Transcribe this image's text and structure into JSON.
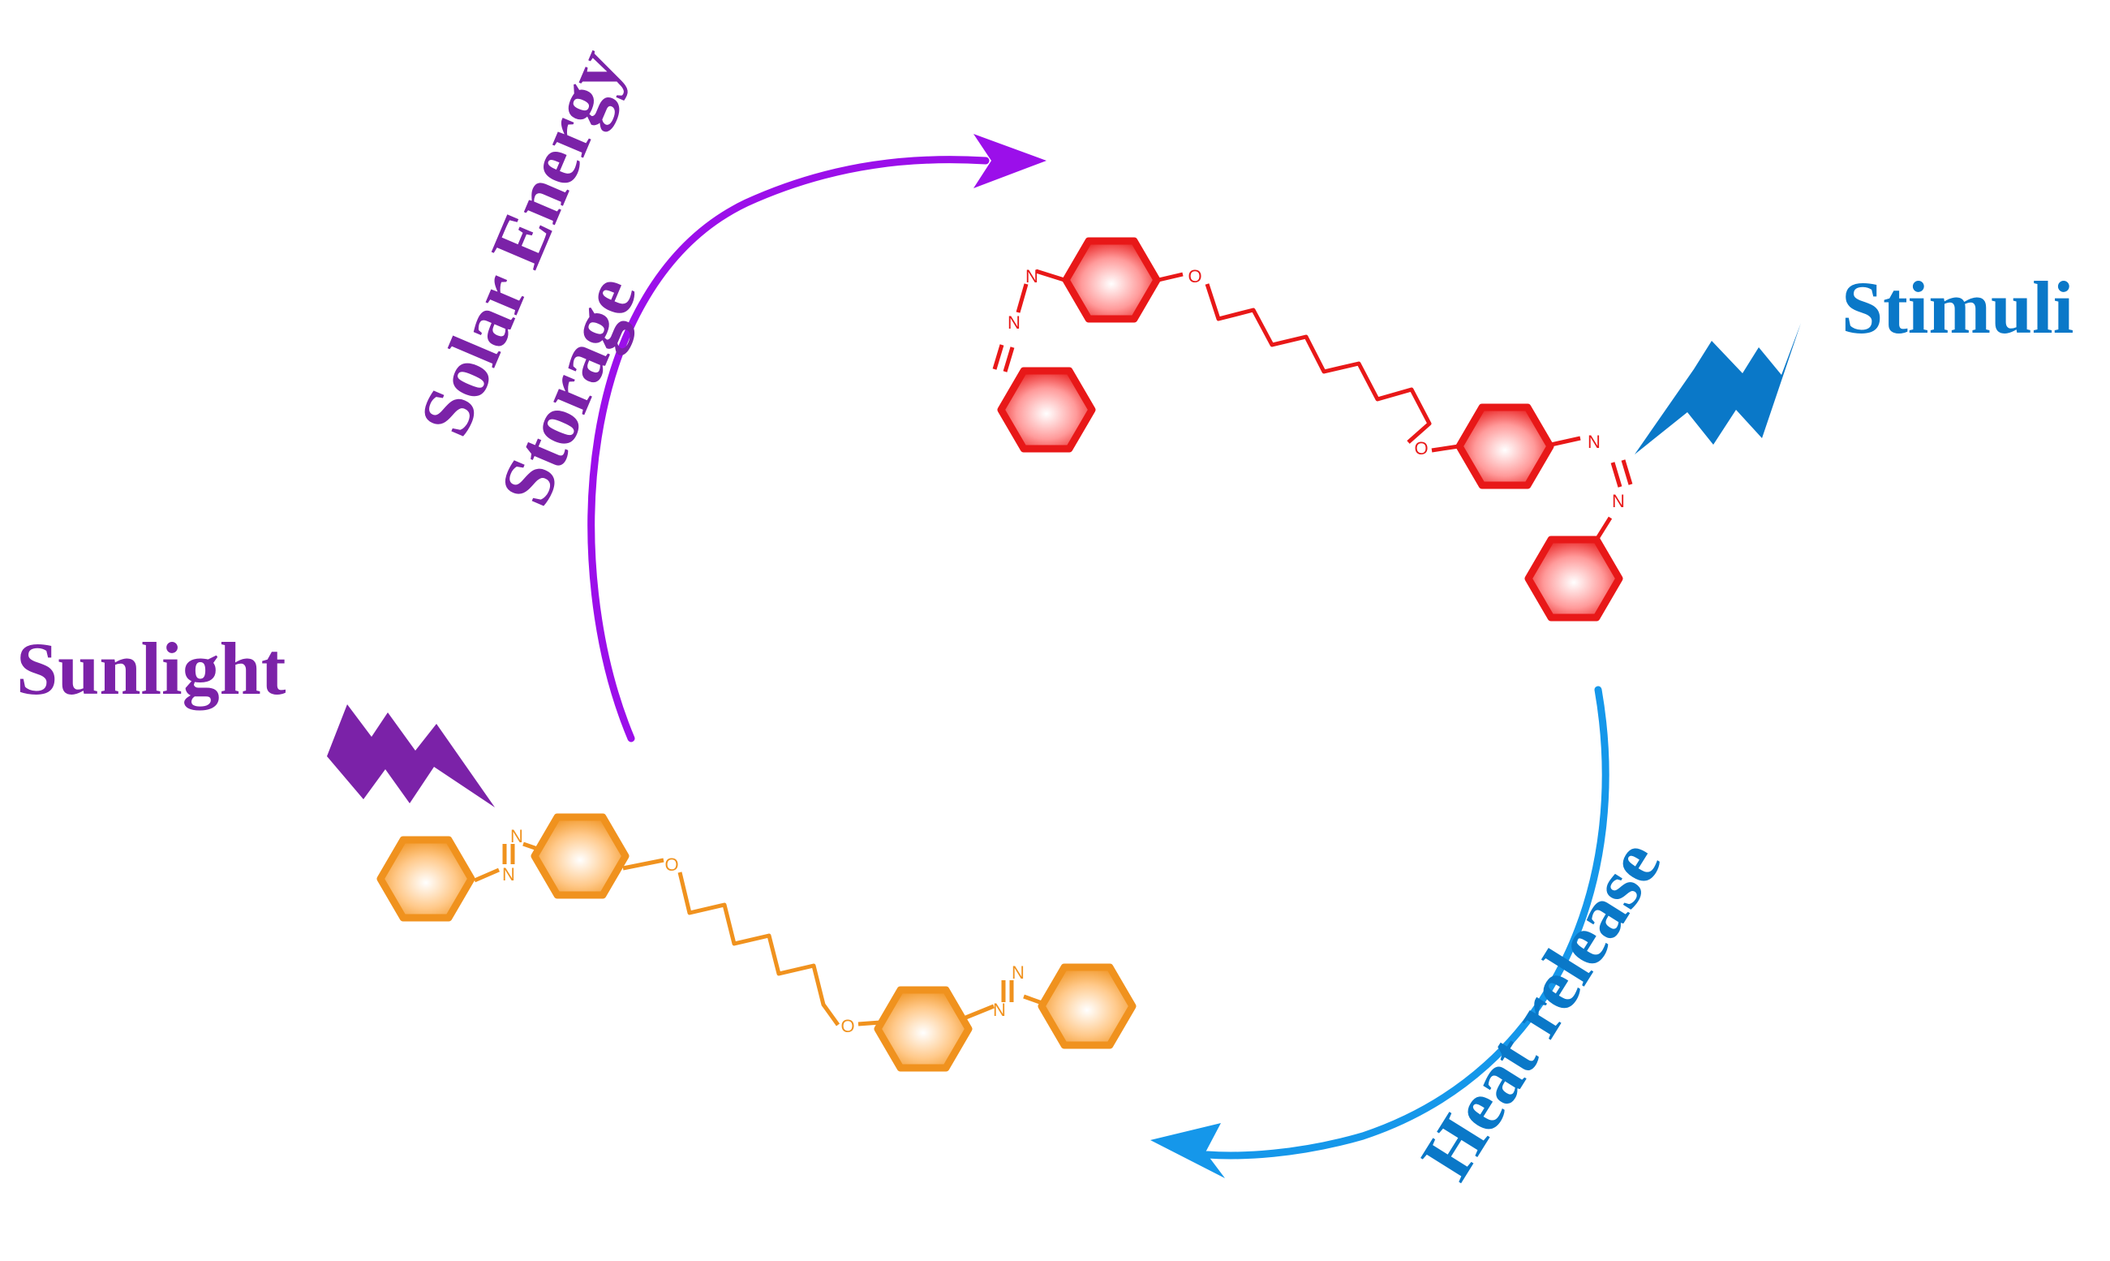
{
  "labels": {
    "solar_line1": "Solar Energy",
    "solar_line2": "Storage",
    "sunlight": "Sunlight",
    "stimuli": "Stimuli",
    "heat_release": "Heat release"
  },
  "atoms": {
    "oxygen": "O",
    "nitrogen": "N"
  },
  "colors": {
    "purple": "#7B22A8",
    "arrow_purple": "#9B0FEA",
    "blue": "#0A78C8",
    "arrow_blue": "#1597EA",
    "cis_molecule": "#E81818",
    "trans_molecule": "#F0921E"
  },
  "icons": {
    "sunlight": "lightning-bolt-icon",
    "stimuli": "lightning-bolt-icon"
  }
}
